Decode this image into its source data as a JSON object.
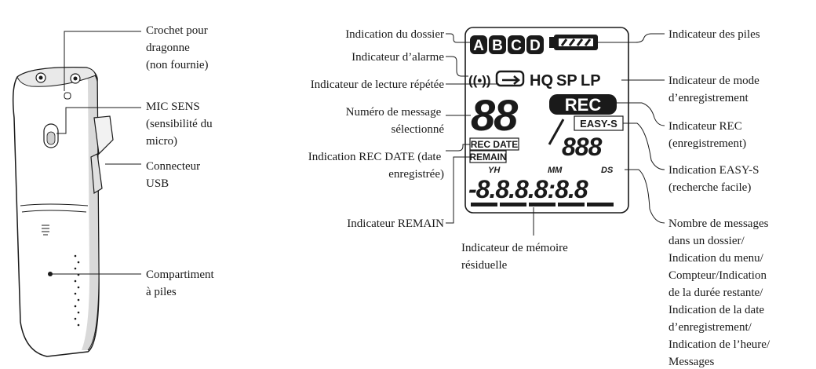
{
  "labels": {
    "strap_hook": [
      "Crochet pour",
      "dragonne",
      "(non fournie)"
    ],
    "mic_sens": [
      "MIC SENS",
      "(sensibilité du",
      "micro)"
    ],
    "usb": [
      "Connecteur",
      "USB"
    ],
    "battery_compartment": [
      "Compartiment",
      "à piles"
    ],
    "folder": "Indication du dossier",
    "alarm": "Indicateur d’alarme",
    "repeat": "Indicateur de lecture répétée",
    "message_number": [
      "Numéro de message",
      "sélectionné"
    ],
    "rec_date": [
      "Indication REC DATE (date",
      "enregistrée)"
    ],
    "remain": "Indicateur REMAIN",
    "memory": [
      "Indicateur de mémoire",
      "résiduelle"
    ],
    "battery": "Indicateur des piles",
    "rec_mode": [
      "Indicateur de mode",
      "d’enregistrement"
    ],
    "rec": [
      "Indicateur REC",
      "(enregistrement)"
    ],
    "easy_s": [
      "Indication EASY-S",
      "(recherche facile)"
    ],
    "counter": [
      "Nombre de messages",
      "dans un dossier/",
      "Indication du menu/",
      "Compteur/Indication",
      "de la durée restante/",
      "Indication de la date",
      "d’enregistrement/",
      "Indication de l’heure/",
      "Messages"
    ]
  },
  "display": {
    "folders": [
      "A",
      "B",
      "C",
      "D"
    ],
    "rec_modes": [
      "HQ",
      "SP",
      "LP"
    ],
    "rec_badge": "REC",
    "easy_s": "EASY-S",
    "rec_date": "REC DATE",
    "remain": "REMAIN",
    "yh": "YH",
    "mm": "MM",
    "ds": "DS",
    "message_digits": "88",
    "small_digits": "888",
    "clock_digits": "-8.8.8.8:8.8",
    "alarm_symbol": "((•))"
  }
}
